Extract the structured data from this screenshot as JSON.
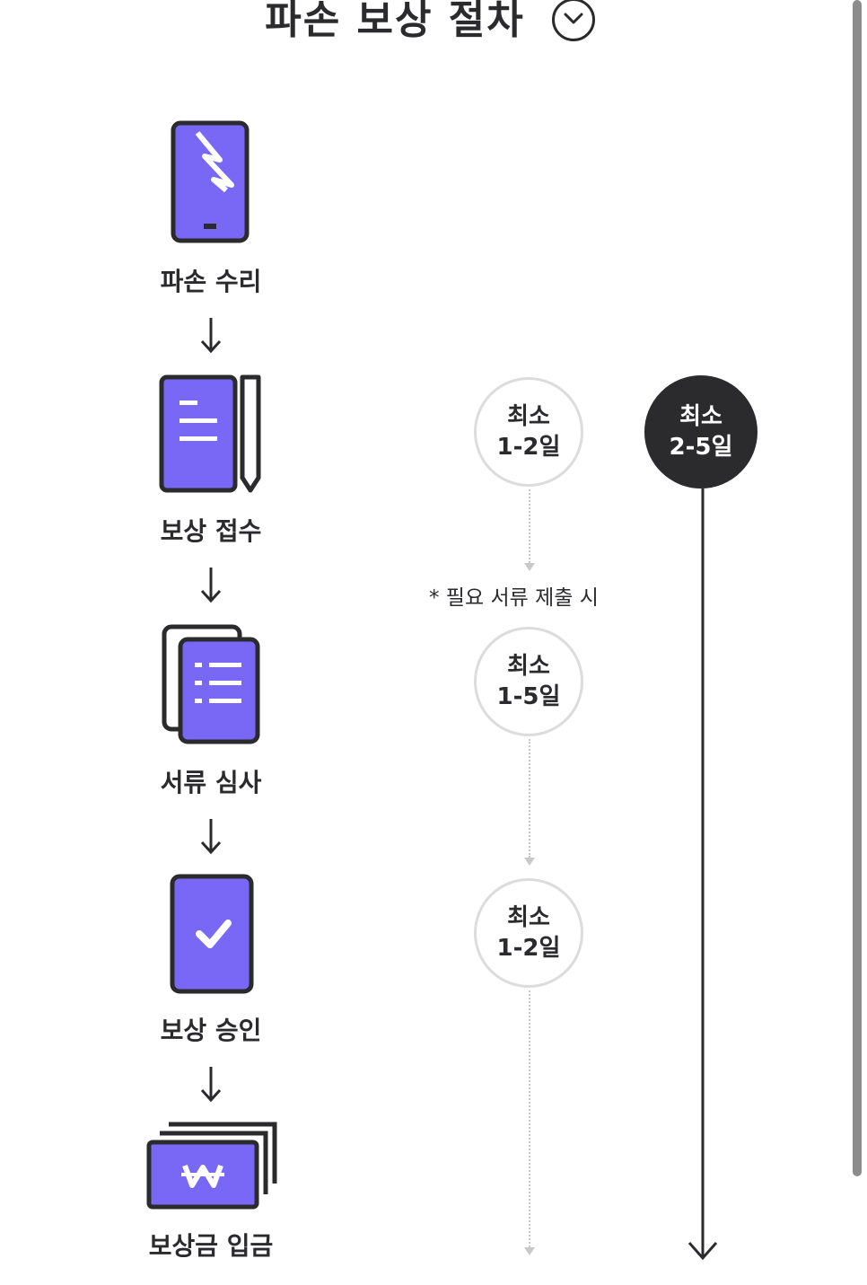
{
  "header": {
    "title": "파손 보상 절차",
    "toggle_icon": "chevron-down-icon"
  },
  "steps": [
    {
      "label": "파손 수리",
      "icon": "broken-phone-icon"
    },
    {
      "label": "보상 접수",
      "icon": "notebook-pen-icon"
    },
    {
      "label": "서류 심사",
      "icon": "documents-icon"
    },
    {
      "label": "보상 승인",
      "icon": "approved-document-icon"
    },
    {
      "label": "보상금 입금",
      "icon": "won-cash-icon"
    }
  ],
  "durations": [
    {
      "line1": "최소",
      "line2": "1-2일"
    },
    {
      "line1": "최소",
      "line2": "1-5일"
    },
    {
      "line1": "최소",
      "line2": "1-2일"
    }
  ],
  "total_duration": {
    "line1": "최소",
    "line2": "2-5일"
  },
  "note": "* 필요 서류 제출 시",
  "colors": {
    "accent": "#7868F5",
    "dark": "#2B2B2E",
    "circle_border": "#DCDCDC",
    "dotted_line": "#C8C8C8"
  }
}
